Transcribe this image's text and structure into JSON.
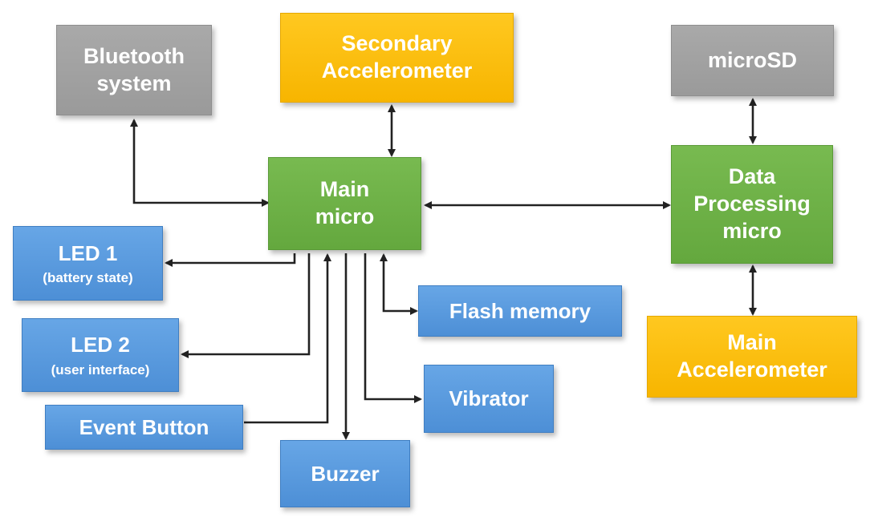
{
  "blocks": {
    "bluetooth": {
      "line1": "Bluetooth",
      "line2": "system"
    },
    "secondary_accel": {
      "line1": "Secondary",
      "line2": "Accelerometer"
    },
    "microsd": {
      "line1": "microSD"
    },
    "main_micro": {
      "line1": "Main",
      "line2": "micro"
    },
    "data_micro": {
      "line1": "Data",
      "line2": "Processing",
      "line3": "micro"
    },
    "led1": {
      "line1": "LED 1",
      "line2": "(battery state)"
    },
    "led2": {
      "line1": "LED 2",
      "line2": "(user interface)"
    },
    "flash": {
      "line1": "Flash memory"
    },
    "vibrator": {
      "line1": "Vibrator"
    },
    "event_button": {
      "line1": "Event Button"
    },
    "buzzer": {
      "line1": "Buzzer"
    },
    "main_accel": {
      "line1": "Main",
      "line2": "Accelerometer"
    }
  },
  "colors": {
    "gray": "#9e9e9e",
    "yellow": "#fbbd0a",
    "green": "#6aad44",
    "blue": "#5598dd",
    "arrow": "#222222"
  }
}
